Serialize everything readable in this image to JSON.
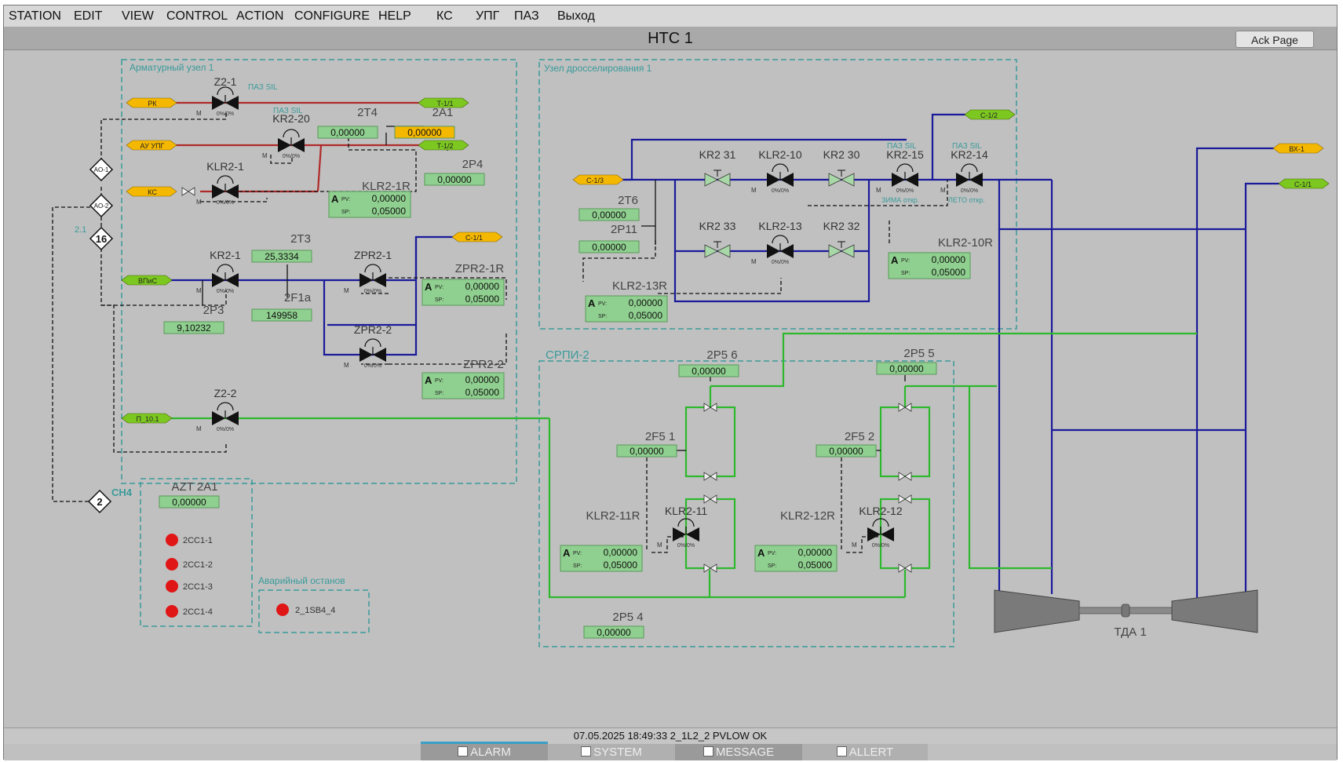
{
  "menu": [
    "STATION",
    "EDIT",
    "VIEW",
    "CONTROL",
    "ACTION",
    "CONFIGURE",
    "HELP",
    "КС",
    "УПГ",
    "ПАЗ",
    "Выход"
  ],
  "header": {
    "title": "НТС 1",
    "ack_label": "Ack Page"
  },
  "groups": {
    "armature": "Арматурный узел 1",
    "throttle": "Узел дросселирования 1",
    "srpi": "СРПИ-2",
    "emergency": "Аварийный останов",
    "ch4": "CH4"
  },
  "connectors": {
    "pk": "РК",
    "au_upg": "АУ УПГ",
    "ks": "КС",
    "vpis": "ВПиС",
    "p101": "П_10.1",
    "t11": "Т-1/1",
    "t12": "Т-1/2",
    "c11": "С-1/1",
    "c12": "С-1/2",
    "c13": "С-1/3",
    "vx1": "ВХ-1",
    "c11b": "С-1/1"
  },
  "valves": {
    "z21": "Z2-1",
    "kr220": "KR2-20",
    "klr21": "KLR2-1",
    "kr21": "KR2-1",
    "zpr21": "ZPR2-1",
    "zpr22": "ZPR2-2",
    "z22": "Z2-2",
    "kr231": "KR2 31",
    "klr210": "KLR2-10",
    "kr230": "KR2 30",
    "kr215": "KR2-15",
    "kr214": "KR2-14",
    "kr233": "KR2 33",
    "klr213": "KLR2-13",
    "kr232": "KR2 32",
    "klr211": "KLR2-11",
    "klr212": "KLR2-12"
  },
  "valve_pos": "0%/0%",
  "mode_m": "M",
  "paz_sil": "ПАЗ SIL",
  "zima": "ЗИМА откр.",
  "leto": "ЛЕТО откр.",
  "tags": {
    "t24": "2T4",
    "a21": "2A1",
    "p24": "2P4",
    "t23": "2T3",
    "f21a": "2F1a",
    "p23": "2P3",
    "t26": "2T6",
    "p211": "2P11",
    "p56": "2P5 6",
    "p55": "2P5 5",
    "f51": "2F5 1",
    "f52": "2F5 2",
    "p54": "2P5 4",
    "azt": "AZT 2A1"
  },
  "values": {
    "t24": "0,00000",
    "a21": "0,00000",
    "p24": "0,00000",
    "t23": "25,3334",
    "f21a": "149958",
    "p23": "9,10232",
    "t26": "0,00000",
    "p211": "0,00000",
    "p56": "0,00000",
    "p55": "0,00000",
    "f51": "0,00000",
    "f52": "0,00000",
    "p54": "0,00000",
    "azt": "0,00000"
  },
  "controllers": {
    "klr21r": {
      "name": "KLR2-1R",
      "pv": "0,00000",
      "sp": "0,05000"
    },
    "zpr21r": {
      "name": "ZPR2-1R",
      "pv": "0,00000",
      "sp": "0,05000"
    },
    "zpr22": {
      "name": "ZPR2-2",
      "pv": "0,00000",
      "sp": "0,05000"
    },
    "klr213r": {
      "name": "KLR2-13R",
      "pv": "0,00000",
      "sp": "0,05000"
    },
    "klr210r": {
      "name": "KLR2-10R",
      "pv": "0,00000",
      "sp": "0,05000"
    },
    "klr211r": {
      "name": "KLR2-11R",
      "pv": "0,00000",
      "sp": "0,05000"
    },
    "klr212r": {
      "name": "KLR2-12R",
      "pv": "0,00000",
      "sp": "0,05000"
    }
  },
  "ctrl_a": "A",
  "ctrl_pv": "PV:",
  "ctrl_sp": "SP:",
  "logic": {
    "ao1": "AO-1",
    "ao2": "AO-2",
    "n16": "16",
    "n2": "2",
    "label21": "2.1"
  },
  "alarm_leds": [
    "2CC1-1",
    "2CC1-2",
    "2CC1-3",
    "2CC1-4"
  ],
  "emergency_led": "2_1SB4_4",
  "turbine": "ТДА 1",
  "status": {
    "message": "07.05.2025 18:49:33  2_1L2_2 PVLOW OK"
  },
  "tabs": [
    "ALARM",
    "SYSTEM",
    "MESSAGE",
    "ALLERT"
  ],
  "colors": {
    "red_line": "#b02a2a",
    "blue_line": "#1a1a9a",
    "green_line": "#2db82d",
    "group_border": "#3a9a9a",
    "value_box": "#8fcf8f",
    "alarm_led": "#e01515"
  }
}
